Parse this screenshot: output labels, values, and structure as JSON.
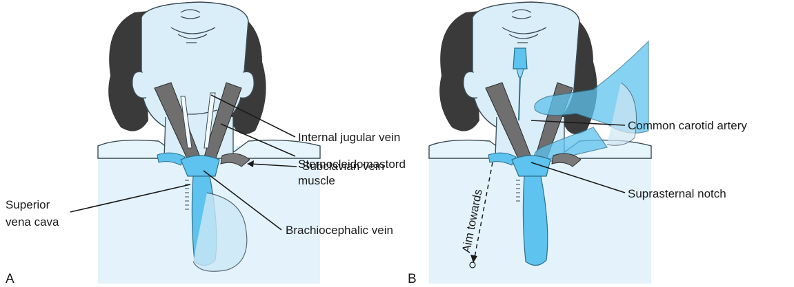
{
  "panels": [
    {
      "letter": "A",
      "labels": {
        "internal_jugular_vein": "Internal jugular vein",
        "sternocleidomastoid_line1": "Sternocleidomastord",
        "sternocleidomastoid_line2": "muscle",
        "subclavian_vein": "Subclavian vein",
        "superior_vena_cava_line1": "Superior",
        "superior_vena_cava_line2": "vena cava",
        "brachiocephalic_vein": "Brachiocephalic vein"
      }
    },
    {
      "letter": "B",
      "labels": {
        "common_carotid_artery": "Common carotid artery",
        "suprasternal_notch": "Suprasternal notch",
        "aim_towards": "Aim towards"
      }
    }
  ],
  "colors": {
    "skin": "#d9eef9",
    "skin_outline": "#3a4a55",
    "hair": "#3a3a3a",
    "vessel_blue": "#5ec3ee",
    "muscle_gray": "#6f6f6f",
    "chest_bg": "#e3f2fb",
    "text": "#1a1a1a"
  }
}
